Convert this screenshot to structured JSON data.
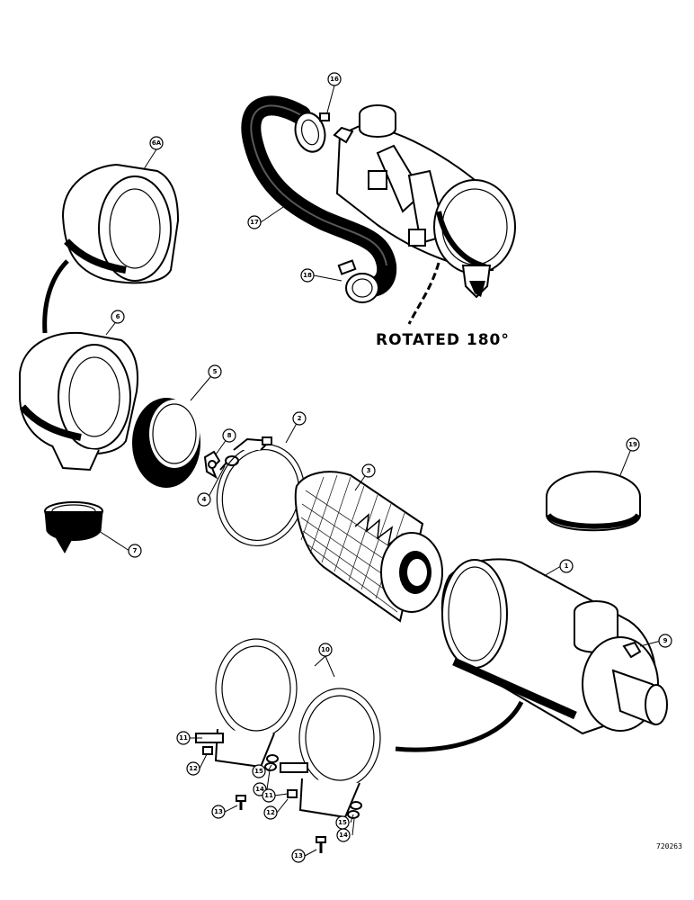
{
  "diagram": {
    "rotated_label": "ROTATED 180°",
    "plate_number": "720263",
    "callouts": [
      {
        "id": "c16",
        "label": "16"
      },
      {
        "id": "c6a",
        "label": "6A"
      },
      {
        "id": "c17",
        "label": "17"
      },
      {
        "id": "c18",
        "label": "18"
      },
      {
        "id": "c6",
        "label": "6"
      },
      {
        "id": "c5",
        "label": "5"
      },
      {
        "id": "c2",
        "label": "2"
      },
      {
        "id": "c8",
        "label": "8"
      },
      {
        "id": "c4",
        "label": "4"
      },
      {
        "id": "c3",
        "label": "3"
      },
      {
        "id": "c19",
        "label": "19"
      },
      {
        "id": "c7",
        "label": "7"
      },
      {
        "id": "c1",
        "label": "1"
      },
      {
        "id": "c9",
        "label": "9"
      },
      {
        "id": "c10",
        "label": "10"
      },
      {
        "id": "c11a",
        "label": "11"
      },
      {
        "id": "c12a",
        "label": "12"
      },
      {
        "id": "c15a",
        "label": "15"
      },
      {
        "id": "c14a",
        "label": "14"
      },
      {
        "id": "c11b",
        "label": "11"
      },
      {
        "id": "c13a",
        "label": "13"
      },
      {
        "id": "c12b",
        "label": "12"
      },
      {
        "id": "c15b",
        "label": "15"
      },
      {
        "id": "c14b",
        "label": "14"
      },
      {
        "id": "c13b",
        "label": "13"
      }
    ]
  }
}
